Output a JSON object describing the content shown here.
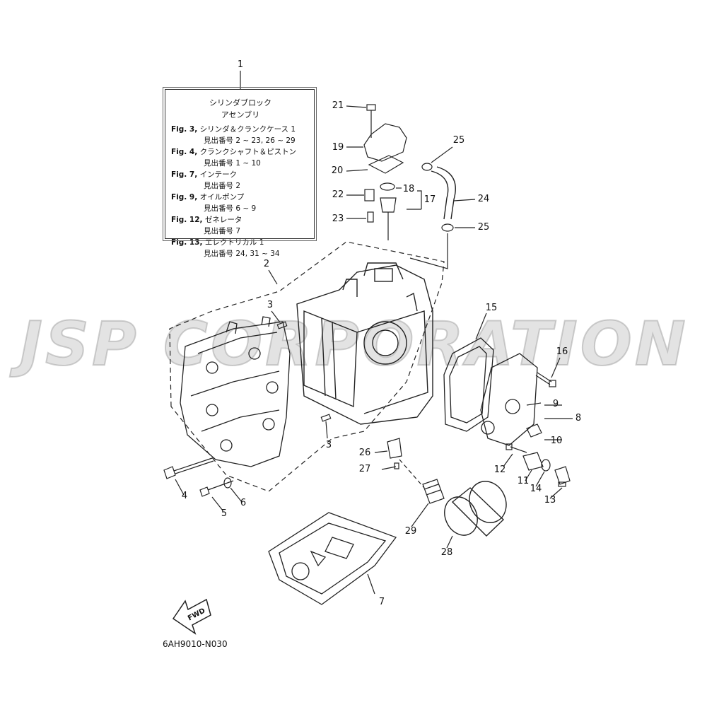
{
  "watermark": "JSP CORPORATION",
  "diagram_code": "6AH9010-N030",
  "fwd_label": "FWD",
  "callout": {
    "number": "1",
    "title_line1": "シリンダブロック",
    "title_line2": "アセンブリ",
    "refs": [
      {
        "fig": "Fig. 3,",
        "name": "シリンダ＆クランクケース 1",
        "sub": "見出番号 2 ~ 23, 26 ~ 29"
      },
      {
        "fig": "Fig. 4,",
        "name": "クランクシャフト＆ピストン",
        "sub": "見出番号 1 ~ 10"
      },
      {
        "fig": "Fig. 7,",
        "name": "インテーク",
        "sub": "見出番号 2"
      },
      {
        "fig": "Fig. 9,",
        "name": "オイルポンプ",
        "sub": "見出番号 6 ~ 9"
      },
      {
        "fig": "Fig. 12,",
        "name": "ゼネレータ",
        "sub": "見出番号 7"
      },
      {
        "fig": "Fig. 13,",
        "name": "エレクトリカル 1",
        "sub": "見出番号 24, 31 ~ 34"
      }
    ]
  },
  "part_numbers": [
    "1",
    "2",
    "3",
    "3",
    "4",
    "5",
    "6",
    "7",
    "8",
    "9",
    "10",
    "11",
    "12",
    "13",
    "14",
    "15",
    "16",
    "17",
    "18",
    "19",
    "20",
    "21",
    "22",
    "23",
    "24",
    "25",
    "25",
    "26",
    "27",
    "28",
    "29"
  ]
}
